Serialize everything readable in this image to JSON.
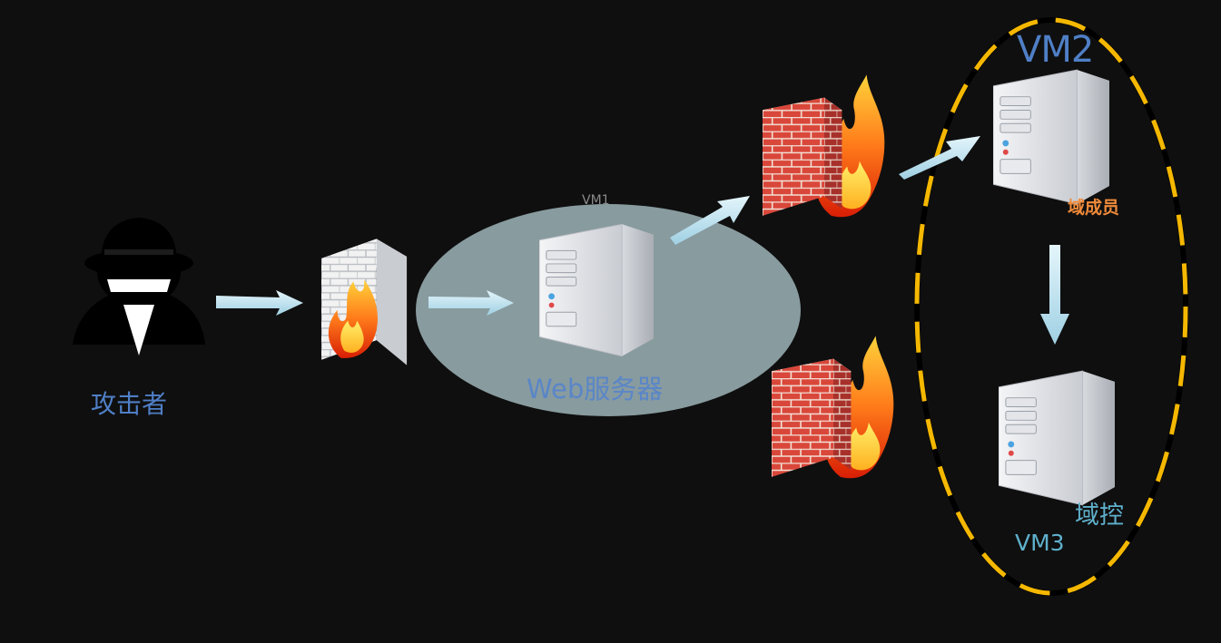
{
  "diagram": {
    "nodes": {
      "attacker": {
        "label": "攻击者"
      },
      "web_server": {
        "vm_label": "VM1",
        "label": "Web服务器"
      },
      "domain_member": {
        "vm_label": "VM2",
        "label": "域成员"
      },
      "domain_controller": {
        "vm_label": "VM3",
        "label": "域控"
      }
    },
    "icons": {
      "attacker": "hacker-spy-icon",
      "firewall": "firewall-icon",
      "server": "server-tower-icon",
      "arrow": "arrow-icon"
    },
    "edges": [
      {
        "from": "attacker",
        "to": "firewall-1"
      },
      {
        "from": "firewall-1",
        "to": "web_server"
      },
      {
        "from": "web_server",
        "to": "firewall-2"
      },
      {
        "from": "firewall-2",
        "to": "domain_member"
      },
      {
        "from": "domain_member",
        "to": "domain_controller"
      }
    ],
    "colors": {
      "background": "#0f0f0f",
      "arrow": "#bfe3f0",
      "vm1_zone": "#8fa3a8",
      "domain_boundary_dash": "#f5b800",
      "domain_boundary_base": "#000000",
      "brick": "#d9473a",
      "flame": "#ff7a1a",
      "label_blue": "#4f7fc6",
      "label_orange": "#f08a3a",
      "label_cyan": "#5fb0cc"
    }
  }
}
